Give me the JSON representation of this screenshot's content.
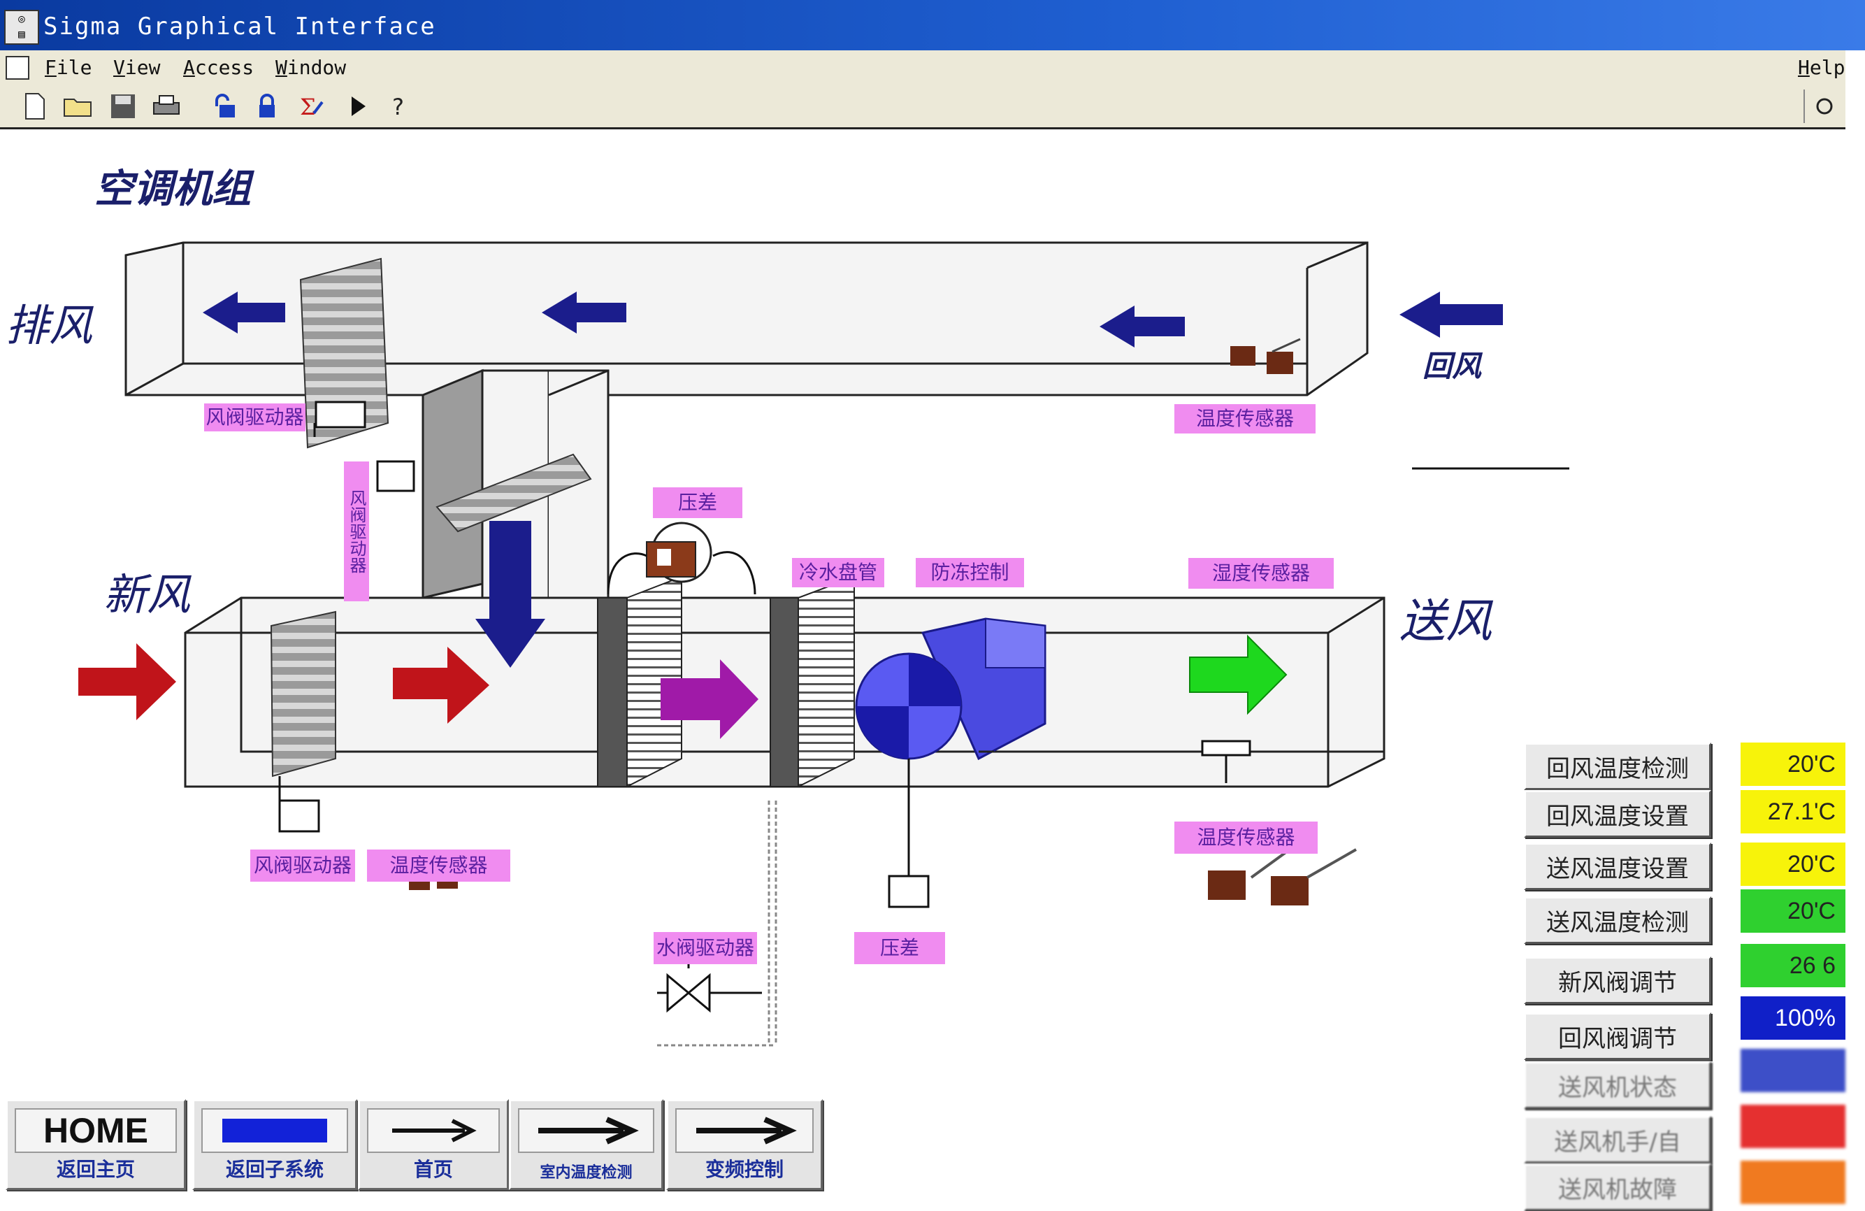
{
  "window": {
    "title": "Sigma Graphical Interface"
  },
  "menu": {
    "file": "File",
    "view": "View",
    "access": "Access",
    "window": "Window",
    "help": "Help"
  },
  "toolbar": {
    "icons": [
      "new-icon",
      "open-icon",
      "save-icon",
      "print-icon",
      "unlock-icon",
      "lock-icon",
      "sigma-icon",
      "play-icon",
      "help-icon"
    ]
  },
  "diagram": {
    "title": "空调机组",
    "exhaust_air": "排风",
    "return_air": "回风",
    "fresh_air": "新风",
    "supply_air": "送风",
    "labels": {
      "damper_actuator_exhaust": "风阀驱动器",
      "return_temp_sensor": "温度传感器",
      "mixing_damper_actuator": "风阀驱动器",
      "pressure_top": "压差",
      "cooling_coil": "冷水盘管",
      "antifreeze": "防冻控制",
      "supply_humidity_sensor": "湿度传感器",
      "fresh_damper_actuator": "风阀驱动器",
      "fresh_temp_sensor": "温度传感器",
      "supply_temp_sensor": "温度传感器",
      "water_valve_actuator": "水阀驱动器",
      "pressure_bottom": "压差"
    }
  },
  "status_panel": {
    "rows": [
      {
        "label": "回风温度检测",
        "value": "20'C",
        "color": "#f7f30a"
      },
      {
        "label": "回风温度设置",
        "value": "27.1'C",
        "color": "#f7f30a"
      },
      {
        "label": "送风温度设置",
        "value": "20'C",
        "color": "#f7f30a"
      },
      {
        "label": "送风温度检测",
        "value": "20'C",
        "color": "#2fd02f"
      },
      {
        "label": "新风阀调节",
        "value": "26 6",
        "color": "#2fd02f"
      },
      {
        "label": "回风阀调节",
        "value": "100%",
        "color": "#1020c8"
      },
      {
        "label": "送风机状态",
        "value": "",
        "color": "#3d4fc8"
      },
      {
        "label": "送风机手/自",
        "value": "",
        "color": "#e53030"
      },
      {
        "label": "送风机故障",
        "value": "",
        "color": "#f07a20"
      }
    ]
  },
  "nav": {
    "home": {
      "top": "HOME",
      "label": "返回主页"
    },
    "subsystem": {
      "label": "返回子系统"
    },
    "first": {
      "label": "首页"
    },
    "indoor": {
      "label": "室内温度检测"
    },
    "vfd": {
      "label": "变频控制"
    }
  },
  "colors": {
    "title_bar": "#1f5fd1",
    "label_bg": "#f08cf0",
    "label_text": "#5a1fa0",
    "arrow_blue": "#1b1d8c",
    "arrow_red": "#c0141a",
    "arrow_purple": "#a01aa8",
    "arrow_green": "#1ed81e",
    "fan": "#5a5af2"
  }
}
